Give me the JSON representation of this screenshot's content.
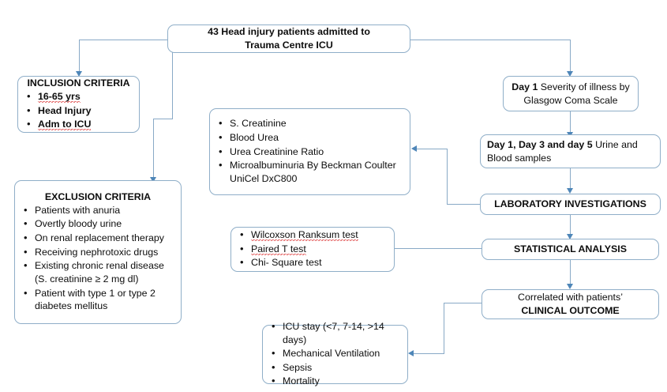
{
  "diagram": {
    "title": "Study flow chart: head injury patients in Trauma Centre ICU",
    "accent_color": "#8FAEC8",
    "arrow_color": "#4E86B8",
    "background": "#FFFFFF"
  },
  "nodes": {
    "top": {
      "line1": "43 Head injury patients admitted to",
      "line2": "Trauma Centre ICU"
    },
    "inclusion": {
      "heading": "INCLUSION CRITERIA",
      "items": [
        "16-65 yrs",
        "Head Injury",
        "Adm to ICU"
      ]
    },
    "exclusion": {
      "heading": "EXCLUSION CRITERIA",
      "items": [
        "Patients with anuria",
        "Overtly bloody urine",
        "On renal replacement therapy",
        "Receiving nephrotoxic drugs",
        "Existing chronic renal disease (S. creatinine ≥ 2 mg dl)",
        "Patient with type 1 or type 2 diabetes mellitus"
      ]
    },
    "lab_tests": {
      "items": [
        "S. Creatinine",
        "Blood Urea",
        "Urea Creatinine Ratio",
        "Microalbuminuria By Beckman Coulter UniCel DxC800"
      ]
    },
    "day1": {
      "bold": "Day 1",
      "rest": " Severity of illness by Glasgow Coma Scale"
    },
    "samples": {
      "bold": "Day 1, Day 3 and day 5",
      "rest": " Urine and Blood samples"
    },
    "laboratory": {
      "label": "LABORATORY INVESTIGATIONS"
    },
    "statistics": {
      "label": "STATISTICAL ANALYSIS"
    },
    "stat_tests": {
      "items": [
        "Wilcoxson Ranksum test",
        "Paired T test",
        "Chi- Square test"
      ]
    },
    "outcome": {
      "line1": "Correlated with patients’",
      "line2": "CLINICAL OUTCOME"
    },
    "outcome_measures": {
      "items": [
        "ICU stay (<7, 7-14, >14 days)",
        "Mechanical Ventilation",
        "Sepsis",
        "Mortality"
      ]
    }
  }
}
